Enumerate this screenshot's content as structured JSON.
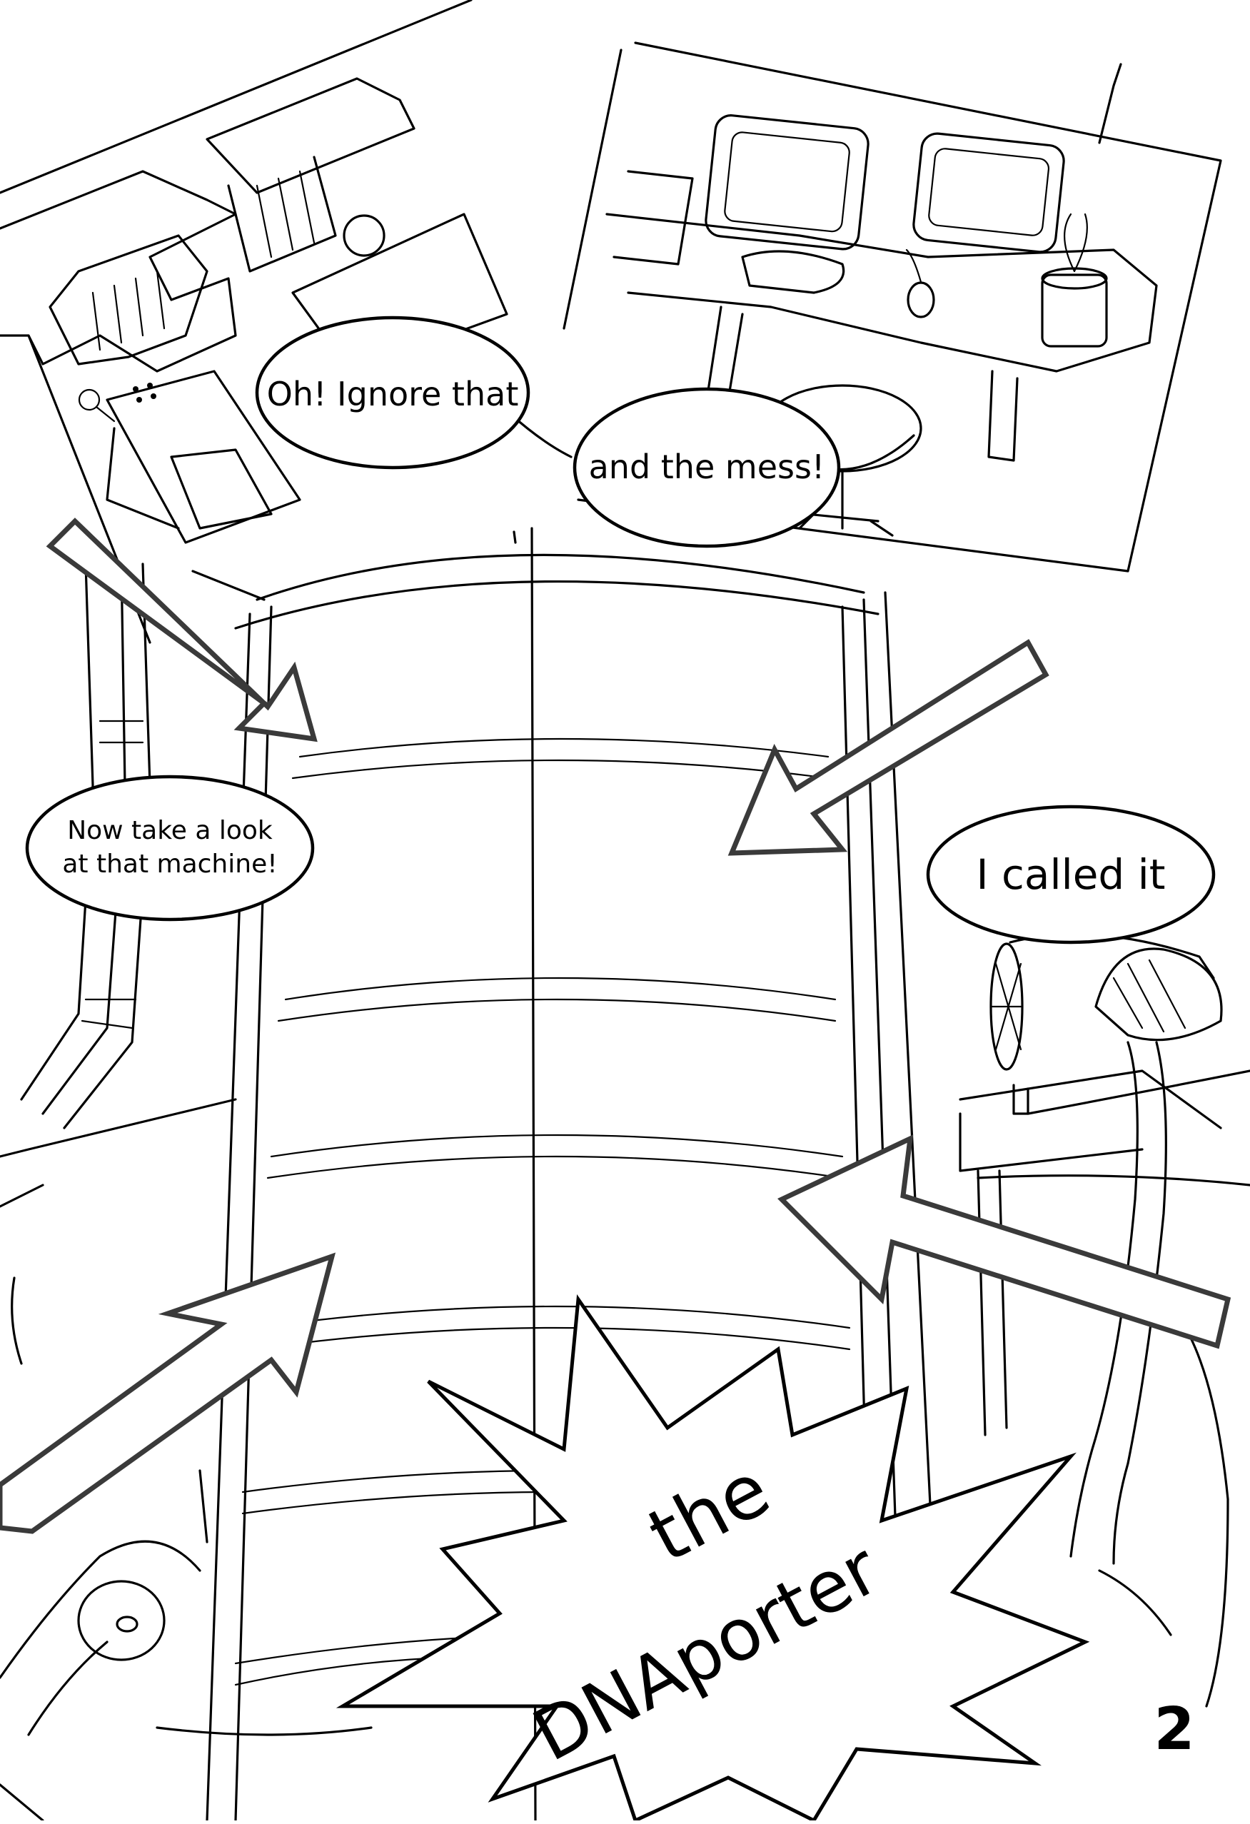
{
  "bubbles": {
    "ignore_that": "Oh! Ignore that",
    "and_the_mess": "and the mess!",
    "look_machine_line1": "Now take a look",
    "look_machine_line2": "at that machine!",
    "called_it": "I called it"
  },
  "burst": {
    "line1": "the",
    "line2": "DNAporter"
  },
  "page_number": "2",
  "colors": {
    "paper": "#ffffff",
    "ink": "#000000",
    "arrow_outline": "#3a3a3a"
  }
}
